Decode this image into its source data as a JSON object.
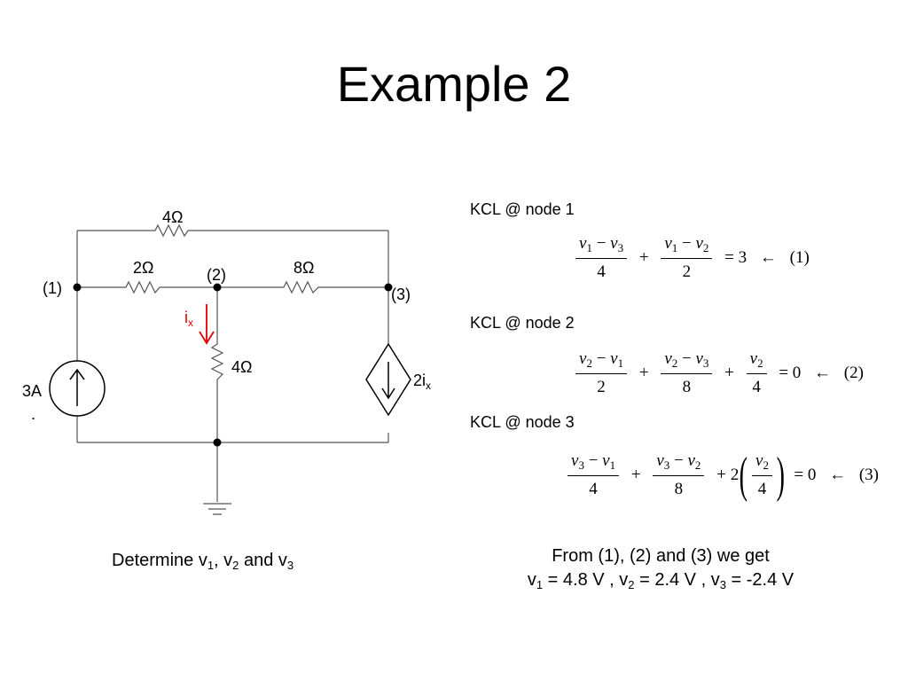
{
  "title": "Example 2",
  "circuit": {
    "r_top": "4Ω",
    "r_12": "2Ω",
    "r_23": "8Ω",
    "r_mid": "4Ω",
    "node1": "(1)",
    "node2": "(2)",
    "node3": "(3)",
    "ix_main": "i",
    "ix_sub": "x",
    "source_label": "3A",
    "source_dot": ".",
    "dep_main": "2i",
    "dep_sub": "x"
  },
  "kcl": {
    "node1": "KCL @ node 1",
    "node2": "KCL @ node 2",
    "node3": "KCL @ node 3"
  },
  "eq1": {
    "result": "= 3",
    "tag": "(1)"
  },
  "eq2": {
    "result": "= 0",
    "tag": "(2)"
  },
  "eq3": {
    "result": "= 0",
    "tag": "(3)",
    "coef": "2"
  },
  "task": {
    "prefix": "Determine v",
    "s1": "1",
    "sep1": ", v",
    "s2": "2",
    "sep2": " and v",
    "s3": "3"
  },
  "result": {
    "line1": "From (1), (2) and (3) we get",
    "a": "v",
    "s1": "1",
    "b": " = 4.8 V , v",
    "s2": "2",
    "c": " = 2.4 V , v",
    "s3": "3",
    "d": " = -2.4 V"
  }
}
